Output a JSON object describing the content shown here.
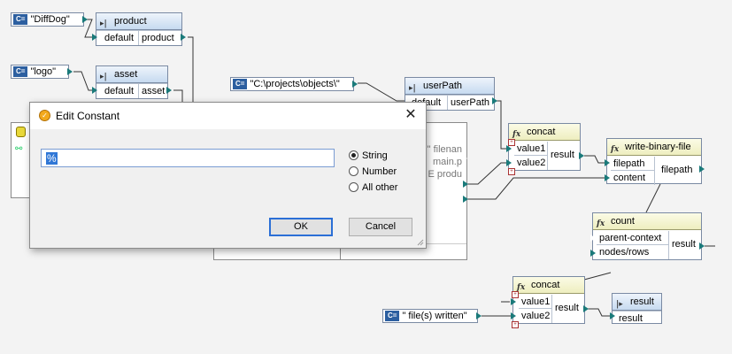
{
  "constants": {
    "diffdog": "\"DiffDog\"",
    "logo": "\"logo\"",
    "projects": "\"C:\\projects\\objects\\\"",
    "files_written": "\" file(s) written\"",
    "badge": "C="
  },
  "nodes": {
    "product": {
      "title": "product",
      "col1": "default",
      "col2": "product"
    },
    "asset": {
      "title": "asset",
      "col1": "default",
      "col2": "asset"
    },
    "userpath": {
      "title": "userPath",
      "col1": "default",
      "col2": "userPath"
    },
    "concat1": {
      "title": "concat",
      "in1": "value1",
      "in2": "value2",
      "out": "result"
    },
    "write_binary": {
      "title": "write-binary-file",
      "in1": "filepath",
      "in2": "content",
      "out": "filepath"
    },
    "count": {
      "title": "count",
      "in1": "parent-context",
      "in2": "nodes/rows",
      "out": "result"
    },
    "concat2": {
      "title": "concat",
      "in1": "value1",
      "in2": "value2",
      "out": "result"
    },
    "result": {
      "title": "result",
      "in1": "result"
    },
    "partial": {
      "line1": "\" filenan",
      "line2": "main.p",
      "line3": "E produ"
    }
  },
  "dialog": {
    "title": "Edit Constant",
    "value": "%",
    "options": [
      "String",
      "Number",
      "All other"
    ],
    "selected": "String",
    "ok": "OK",
    "cancel": "Cancel"
  }
}
